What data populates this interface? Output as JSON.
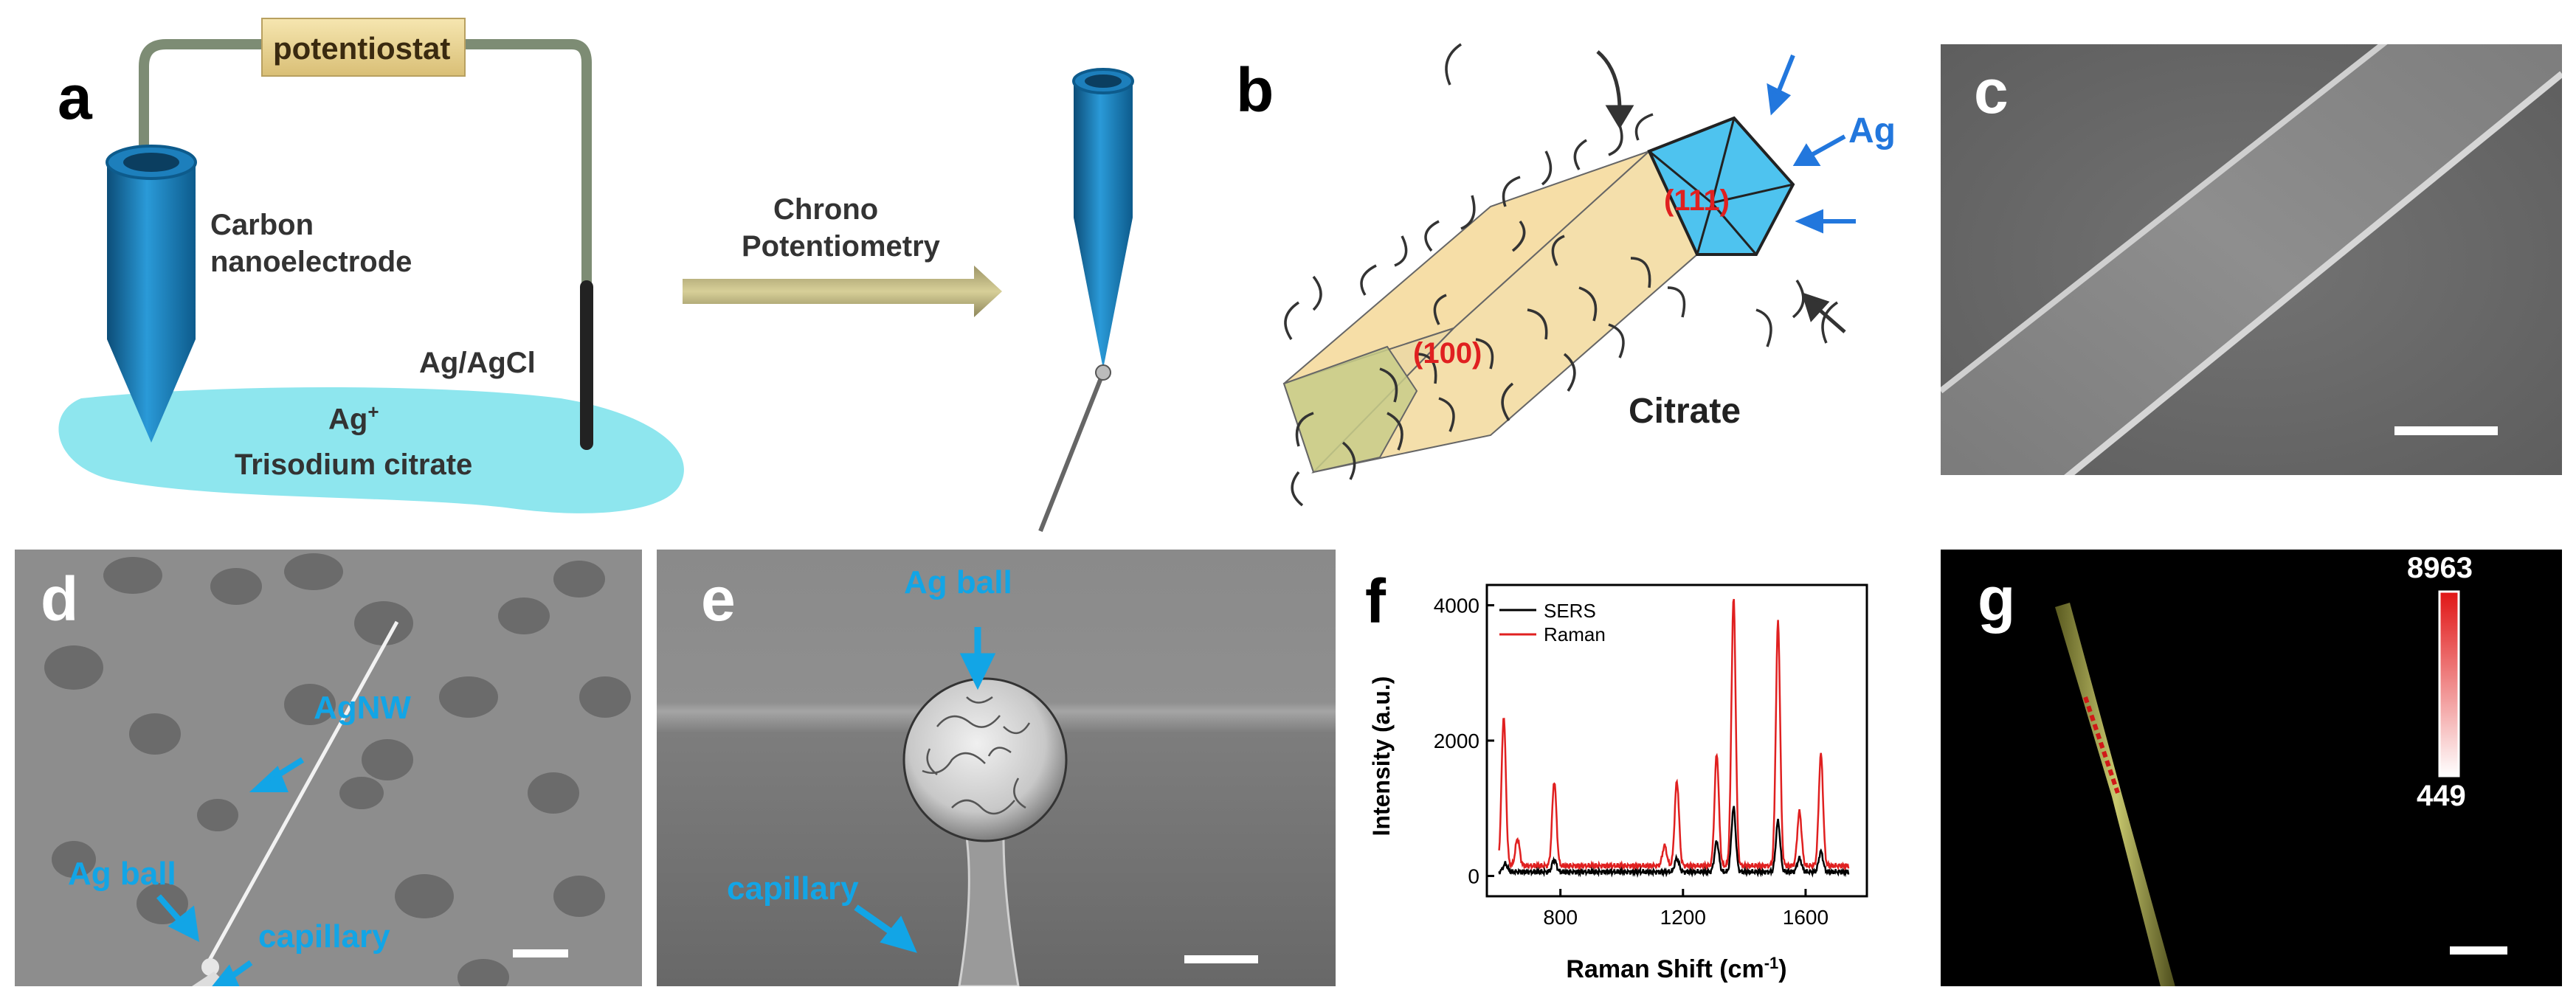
{
  "panels": {
    "a": {
      "letter": "a",
      "potentiostat": "potentiostat",
      "carbon_line1": "Carbon",
      "carbon_line2": "nanoelectrode",
      "ref_electrode": "Ag/AgCl",
      "ion": "Ag",
      "ion_charge": "+",
      "solution": "Trisodium citrate",
      "process_line1": "Chrono",
      "process_line2": "Potentiometry"
    },
    "b": {
      "letter": "b",
      "facet_side": "(100)",
      "facet_end": "(111)",
      "ag": "Ag",
      "citrate": "Citrate"
    },
    "c": {
      "letter": "c"
    },
    "d": {
      "letter": "d",
      "agnw": "AgNW",
      "ag_ball": "Ag ball",
      "capillary": "capillary"
    },
    "e": {
      "letter": "e",
      "ag_ball": "Ag ball",
      "capillary": "capillary"
    },
    "f": {
      "letter": "f"
    },
    "g": {
      "letter": "g",
      "scale_max": "8963",
      "scale_min": "449"
    }
  },
  "colors": {
    "label_cyan": "#12a5e6",
    "electrode_blue": "#1f86c4",
    "solution": "#8ee6ee",
    "ag_blue": "#2277dd",
    "facet_red": "#e02020",
    "raman_red": "#e02020",
    "sers_black": "#000000"
  },
  "chart_data": {
    "type": "line",
    "title": "",
    "xlabel": "Raman Shift (cm",
    "xlabel_sup": "-1",
    "xlabel_close": ")",
    "ylabel": "Intensity (a.u.)",
    "xlim": [
      560,
      1800
    ],
    "ylim": [
      -300,
      4300
    ],
    "xticks": [
      800,
      1200,
      1600
    ],
    "yticks": [
      0,
      2000,
      4000
    ],
    "legend_position": "top-left",
    "series": [
      {
        "name": "SERS",
        "color": "#000000",
        "peaks": [
          [
            620,
            120
          ],
          [
            780,
            180
          ],
          [
            1180,
            200
          ],
          [
            1310,
            450
          ],
          [
            1365,
            950
          ],
          [
            1510,
            750
          ],
          [
            1580,
            200
          ],
          [
            1650,
            300
          ]
        ],
        "baseline": 60
      },
      {
        "name": "Raman",
        "color": "#e02020",
        "peaks": [
          [
            615,
            2200
          ],
          [
            660,
            400
          ],
          [
            780,
            1250
          ],
          [
            1140,
            300
          ],
          [
            1180,
            1250
          ],
          [
            1310,
            1650
          ],
          [
            1365,
            3950
          ],
          [
            1510,
            3600
          ],
          [
            1580,
            800
          ],
          [
            1650,
            1650
          ]
        ],
        "baseline": 150
      }
    ]
  }
}
